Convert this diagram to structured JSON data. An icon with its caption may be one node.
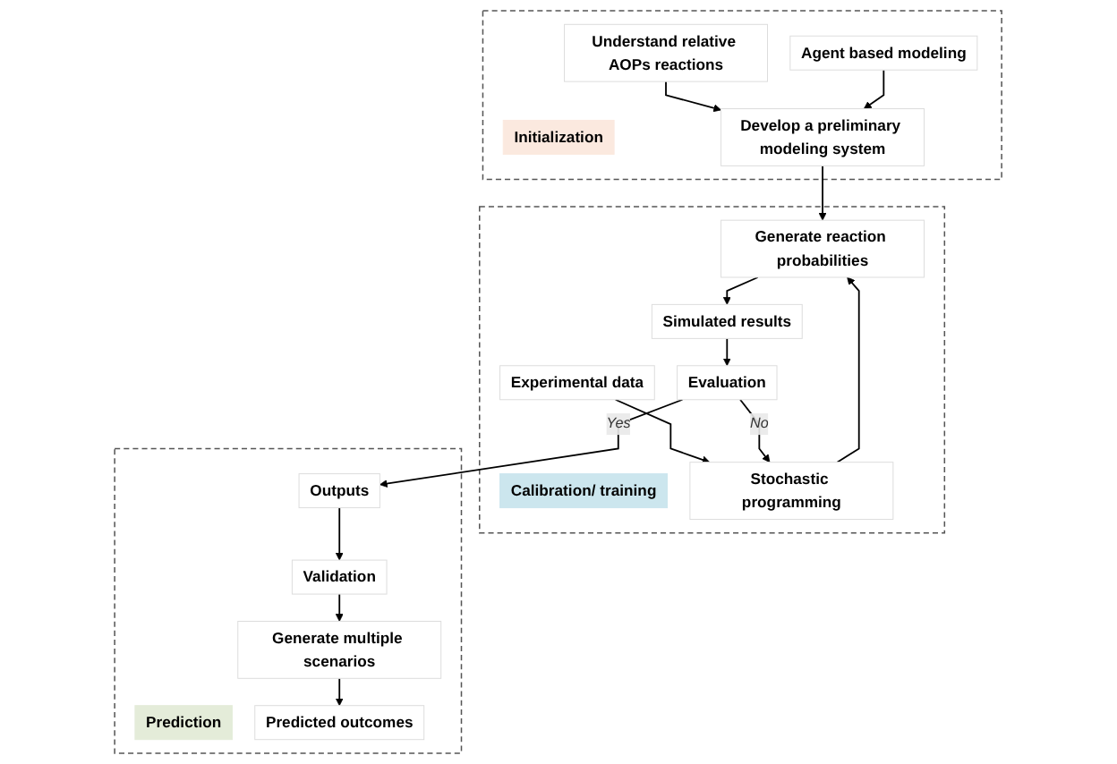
{
  "diagram": {
    "nodes": [
      {
        "text": [],
        "shape": "box"
      },
      {
        "text": [
          "Initialization"
        ],
        "in": 0
      },
      {
        "text": [
          "Understand relative AOPs reactions"
        ],
        "in": 0
      },
      {
        "text": [
          "Agent based modeling"
        ],
        "in": 0
      },
      {
        "text": [
          "Develop a preliminary modeling system"
        ],
        "in": 0
      },
      {
        "text": [],
        "shape": "box"
      },
      {
        "text": [
          "Calibration/ training"
        ],
        "in": 5
      },
      {
        "text": [
          "Generate reaction probabilities"
        ],
        "in": 5
      },
      {
        "text": [
          "Experimental data"
        ],
        "in": 5
      },
      {
        "text": [
          "Simulated results"
        ],
        "in": 5
      },
      {
        "text": [
          "Stochastic programming"
        ],
        "in": 5
      },
      {
        "text": [
          "Evaluation"
        ],
        "in": 5
      },
      {
        "text": [],
        "shape": "box"
      },
      {
        "text": [
          "Prediction"
        ],
        "in": 12
      },
      {
        "text": [
          "Predicted outcomes"
        ],
        "in": 12
      },
      {
        "text": [
          "Generate multiple scenarios"
        ],
        "in": 12
      },
      {
        "text": [
          "Validation"
        ],
        "in": 12
      },
      {
        "text": [
          "Outputs"
        ],
        "in": 12
      }
    ],
    "edges": [
      {
        "from": 2,
        "to": 4,
        "arrow": "to"
      },
      {
        "from": 3,
        "to": 4,
        "arrow": "to"
      },
      {
        "from": 4,
        "to": 7,
        "arrow": "to"
      },
      {
        "from": 8,
        "to": 10,
        "arrow": "to"
      },
      {
        "from": 10,
        "to": 7,
        "arrow": "to"
      },
      {
        "from": 7,
        "to": 9,
        "arrow": "to"
      },
      {
        "from": 9,
        "to": 11,
        "arrow": "to"
      },
      {
        "from": 11,
        "to": 10,
        "arrow": "to",
        "label": "No"
      },
      {
        "from": 11,
        "to": 17,
        "arrow": "to",
        "label": "Yes"
      },
      {
        "from": 17,
        "to": 16,
        "arrow": "to"
      },
      {
        "from": 16,
        "to": 15,
        "arrow": "to"
      },
      {
        "from": 15,
        "to": 14,
        "arrow": "to"
      }
    ]
  }
}
